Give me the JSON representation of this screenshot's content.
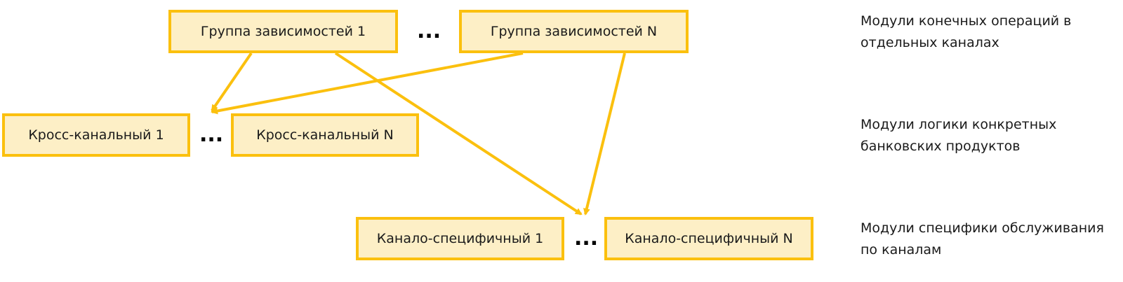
{
  "colors": {
    "box_fill": "#FDEFC6",
    "box_border": "#FBC00E",
    "arrow": "#FBC00E",
    "text": "#1a1a1a"
  },
  "nodes": {
    "dep_group_1": "Группа зависимостей 1",
    "dep_group_n": "Группа зависимостей N",
    "cross_channel_1": "Кросс-канальный 1",
    "cross_channel_n": "Кросс-канальный N",
    "channel_specific_1": "Канало-специфичный 1",
    "channel_specific_n": "Канало-специфичный N"
  },
  "ellipsis": "...",
  "levels": {
    "top": "Модули конечных операций в отдельных каналах",
    "middle": "Модули логики конкретных банковских продуктов",
    "bottom": "Модули специфики обслуживания по каналам"
  },
  "edges": [
    {
      "from": "dep_group_1",
      "to": "cross_channel_n"
    },
    {
      "from": "dep_group_1",
      "to": "channel_specific_1"
    },
    {
      "from": "dep_group_n",
      "to": "cross_channel_n"
    },
    {
      "from": "dep_group_n",
      "to": "channel_specific_1"
    }
  ]
}
